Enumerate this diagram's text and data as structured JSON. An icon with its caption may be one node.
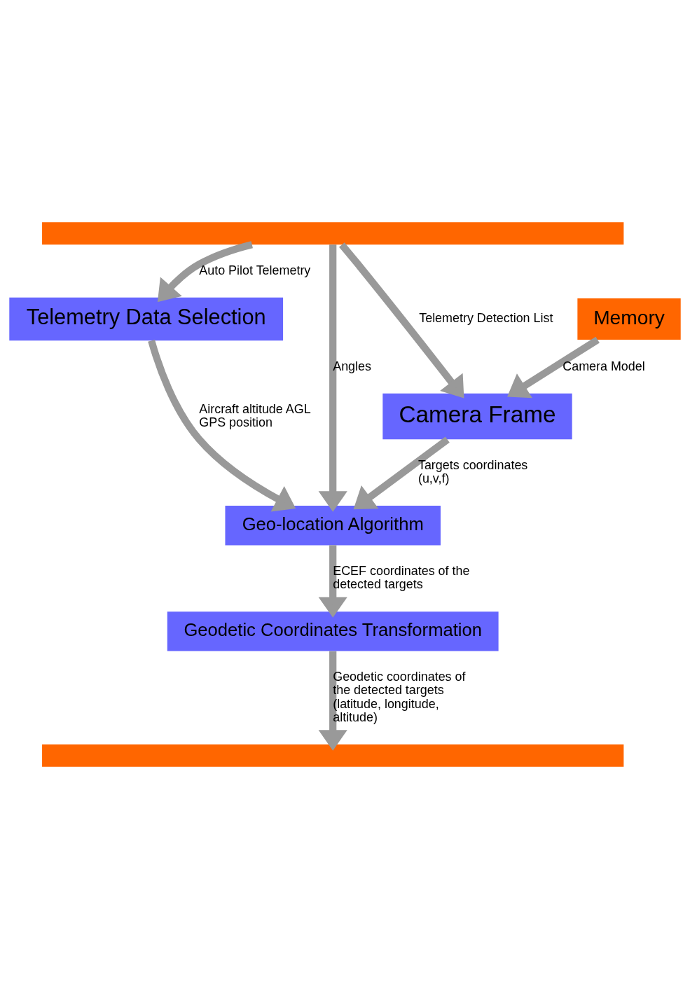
{
  "diagram": {
    "nodes": [
      {
        "text": [],
        "shape": "bar"
      },
      {
        "text": [
          "Memory"
        ]
      },
      {
        "text": [
          "Telemetry Data Selection"
        ]
      },
      {
        "text": [
          "Camera Frame"
        ]
      },
      {
        "text": [
          "Geo-location Algorithm"
        ]
      },
      {
        "text": [
          "Geodetic Coordinates Transformation"
        ]
      },
      {
        "text": [],
        "shape": "bar"
      }
    ],
    "edges": [
      {
        "from": 0,
        "to": 2,
        "arrow": "to",
        "label": "Auto Pilot Telemetry"
      },
      {
        "from": 0,
        "to": 4,
        "arrow": "to",
        "label": "Angles"
      },
      {
        "from": 0,
        "to": 3,
        "arrow": "to",
        "label": "Telemetry Detection List"
      },
      {
        "from": 1,
        "to": 3,
        "arrow": "to",
        "label": "Camera Model"
      },
      {
        "from": 2,
        "to": 4,
        "arrow": "to",
        "label": "Aircraft altitude AGL GPS position"
      },
      {
        "from": 3,
        "to": 4,
        "arrow": "to",
        "label": "Targets coordinates (u,v,f)"
      },
      {
        "from": 4,
        "to": 5,
        "arrow": "to",
        "label": "ECEF coordinates of the detected targets"
      },
      {
        "from": 5,
        "to": 6,
        "arrow": "to",
        "label": "Geodetic coordinates of the detected targets (latitude, longitude, altitude)"
      }
    ]
  }
}
